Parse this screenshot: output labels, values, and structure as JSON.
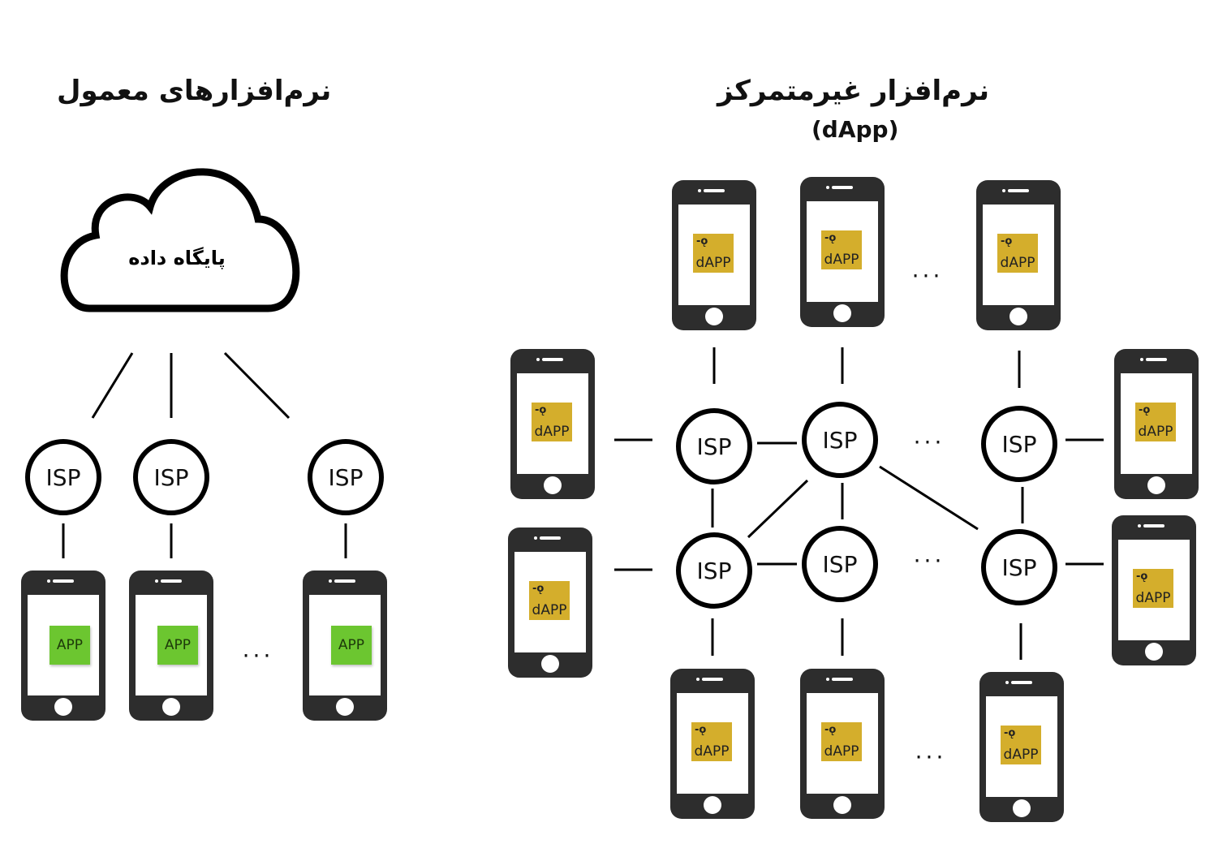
{
  "titles": {
    "traditional": "نرم‌افزارهای معمول",
    "decentralized": "نرم‌افزار غیرمتمرکز",
    "decentralized_sub": "(dApp)"
  },
  "cloud_label": "پایگاه داده",
  "isp_label": "ISP",
  "app_label": "APP",
  "dapp_label": "dAPP",
  "ellipsis": "...",
  "colors": {
    "app": "#6cc630",
    "dapp": "#d4ae2c",
    "phone": "#2d2d2d"
  }
}
